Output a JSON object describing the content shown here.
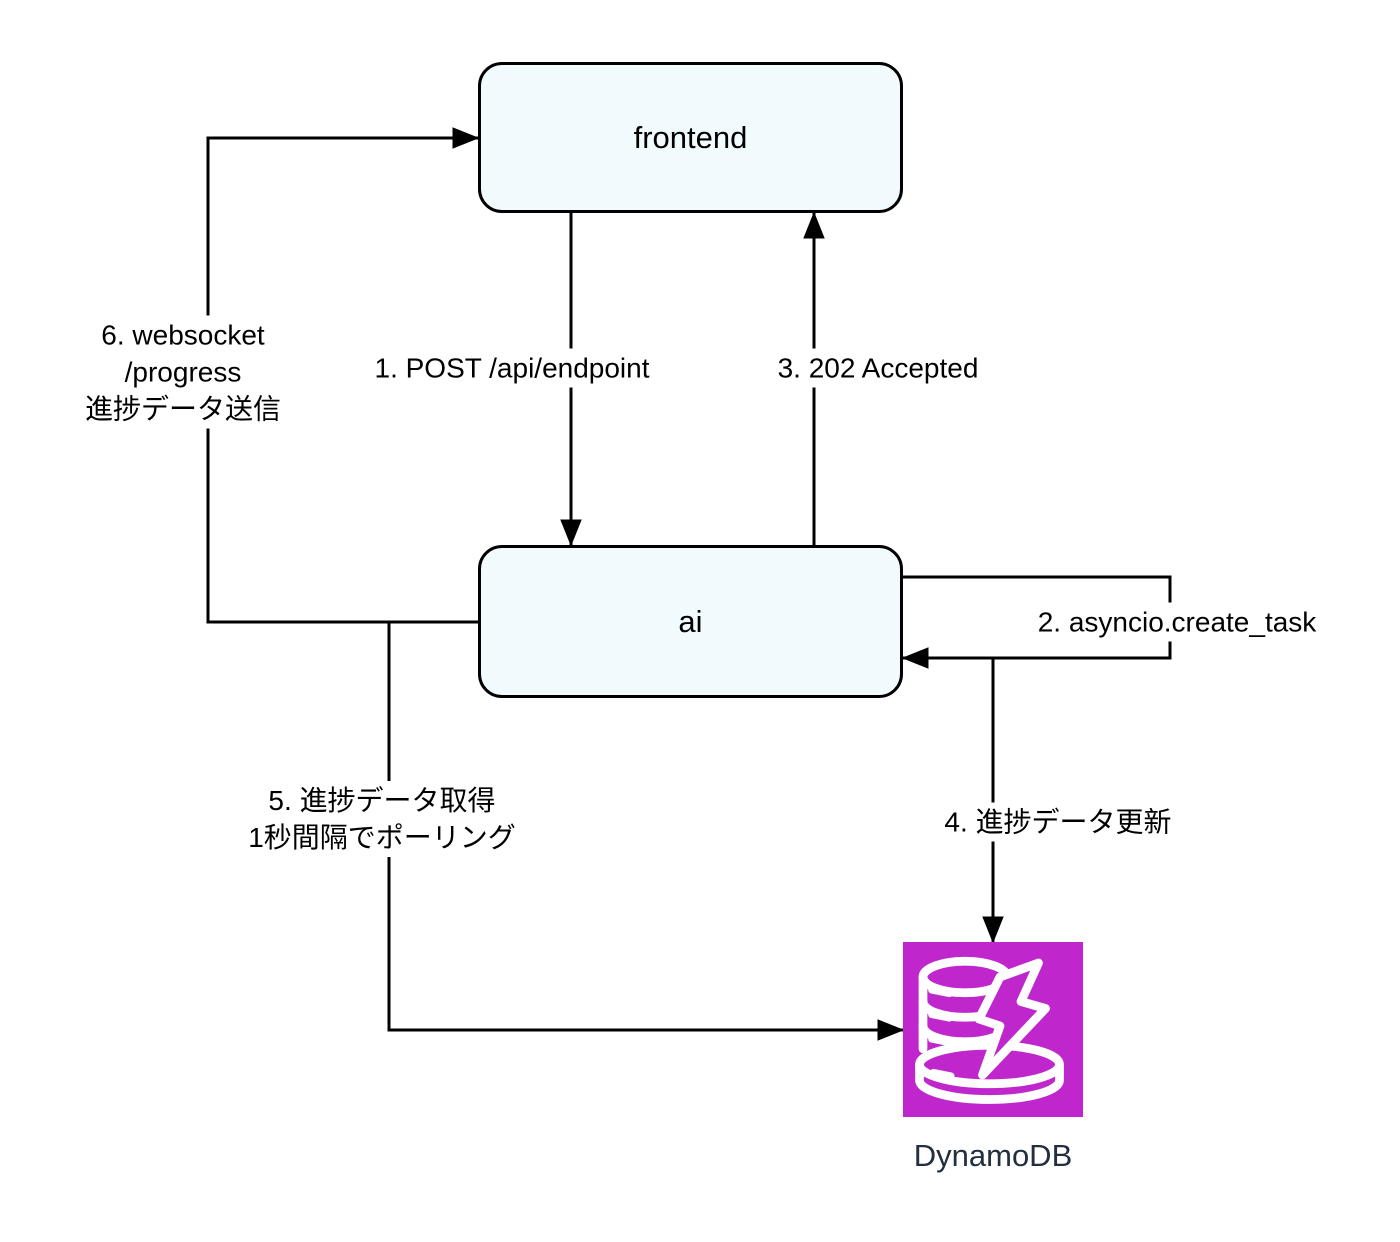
{
  "diagram": {
    "title": "",
    "nodes": {
      "frontend": {
        "label": "frontend"
      },
      "ai": {
        "label": "ai"
      },
      "dynamodb": {
        "label": "DynamoDB"
      }
    },
    "edges": {
      "e1": {
        "label": "1. POST /api/endpoint",
        "from": "frontend",
        "to": "ai"
      },
      "e2": {
        "label": "2. asyncio.create_task",
        "from": "ai",
        "to": "ai"
      },
      "e3": {
        "label": "3. 202 Accepted",
        "from": "ai",
        "to": "frontend"
      },
      "e4": {
        "label": "4. 進捗データ更新",
        "from": "ai",
        "to": "dynamodb"
      },
      "e5": {
        "line1": "5. 進捗データ取得",
        "line2": "1秒間隔でポーリング",
        "from": "ai",
        "to": "dynamodb"
      },
      "e6": {
        "line1": "6. websocket",
        "line2": "/progress",
        "line3": "進捗データ送信",
        "from": "ai",
        "to": "frontend"
      }
    },
    "colors": {
      "background": "#FFFFFF",
      "node_fill": "#F1FAFD",
      "node_border": "#000000",
      "line": "#000000",
      "dynamodb_accent": "#BF27CD",
      "dynamodb_label": "#232F3E"
    }
  }
}
